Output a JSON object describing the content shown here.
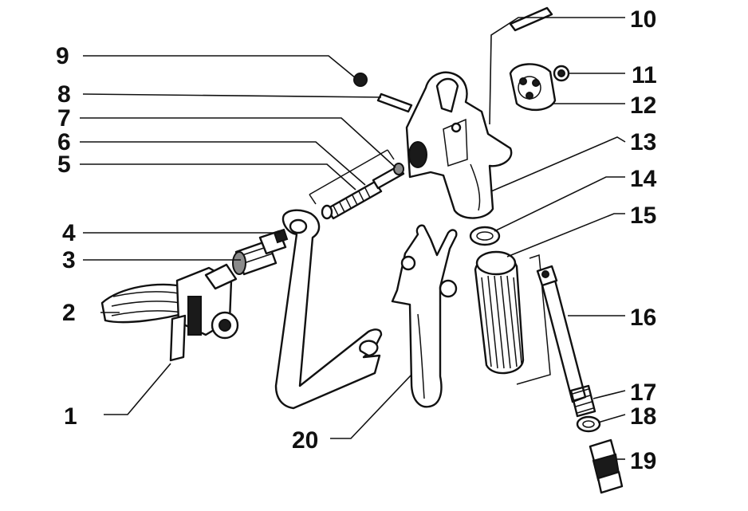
{
  "callouts": [
    {
      "id": "1",
      "label": "1"
    },
    {
      "id": "2",
      "label": "2"
    },
    {
      "id": "3",
      "label": "3"
    },
    {
      "id": "4",
      "label": "4"
    },
    {
      "id": "5",
      "label": "5"
    },
    {
      "id": "6",
      "label": "6"
    },
    {
      "id": "7",
      "label": "7"
    },
    {
      "id": "8",
      "label": "8"
    },
    {
      "id": "9",
      "label": "9"
    },
    {
      "id": "10",
      "label": "10"
    },
    {
      "id": "11",
      "label": "11"
    },
    {
      "id": "12",
      "label": "12"
    },
    {
      "id": "13",
      "label": "13"
    },
    {
      "id": "14",
      "label": "14"
    },
    {
      "id": "15",
      "label": "15"
    },
    {
      "id": "16",
      "label": "16"
    },
    {
      "id": "17",
      "label": "17"
    },
    {
      "id": "18",
      "label": "18"
    },
    {
      "id": "19",
      "label": "19"
    },
    {
      "id": "20",
      "label": "20"
    }
  ],
  "colors": {
    "ink": "#111111",
    "background": "#ffffff",
    "shade": "#8a8a8a"
  }
}
